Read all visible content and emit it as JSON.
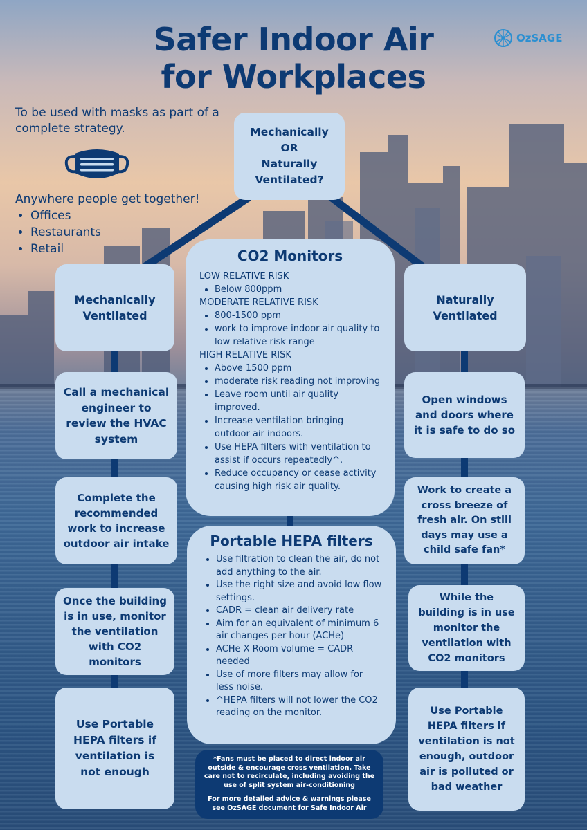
{
  "title_line1": "Safer Indoor Air",
  "title_line2": "for Workplaces",
  "logo": {
    "text": "OzSAGE"
  },
  "intro": "To be used with masks as part of a complete strategy.",
  "anywhere": {
    "heading": "Anywhere people get together!",
    "items": [
      "Offices",
      "Restaurants",
      "Retail"
    ]
  },
  "question_box": [
    "Mechanically",
    "OR",
    "Naturally",
    "Ventilated?"
  ],
  "left_column": [
    "Mechanically Ventilated",
    "Call a mechanical engineer to review the HVAC system",
    "Complete the recommended work to increase outdoor air intake",
    "Once the building is in use, monitor the ventilation with CO2 monitors",
    "Use Portable HEPA filters if ventilation is not enough"
  ],
  "right_column": [
    "Naturally Ventilated",
    "Open windows and doors where it is safe to do so",
    "Work to create a cross breeze of fresh air. On still days may use a child safe fan*",
    "While the building is in use monitor the ventilation with CO2 monitors",
    "Use Portable HEPA filters if ventilation is not enough, outdoor air is polluted or bad weather"
  ],
  "co2": {
    "title": "CO2 Monitors",
    "low_label": "LOW RELATIVE RISK",
    "low_items": [
      "Below 800ppm"
    ],
    "moderate_label": "MODERATE RELATIVE RISK",
    "moderate_items": [
      "800-1500 ppm",
      "work to improve indoor air quality to low relative risk range"
    ],
    "high_label": "HIGH RELATIVE RISK",
    "high_items": [
      "Above 1500 ppm",
      "moderate risk reading not improving",
      "Leave room until air quality improved.",
      "Increase ventilation bringing outdoor air indoors.",
      "Use HEPA filters with ventilation to assist if occurs repeatedly^.",
      "Reduce occupancy or cease activity causing high risk air quality."
    ]
  },
  "hepa": {
    "title": "Portable HEPA filters",
    "items": [
      "Use filtration to clean the air, do not add anything to the air.",
      "Use the right size and avoid low flow settings.",
      "CADR = clean air delivery rate",
      "Aim for an equivalent of minimum 6 air changes per hour (ACHe)",
      "ACHe X Room volume = CADR needed",
      "Use of more filters may allow for less noise.",
      "^HEPA filters will not lower the CO2 reading on the monitor."
    ]
  },
  "note": {
    "para1": "*Fans must be placed to direct indoor air outside & encourage cross ventilation. Take care not to recirculate, including avoiding the use of split system air-conditioning",
    "para2": "For more detailed advice & warnings please see OzSAGE document for Safe Indoor Air"
  }
}
